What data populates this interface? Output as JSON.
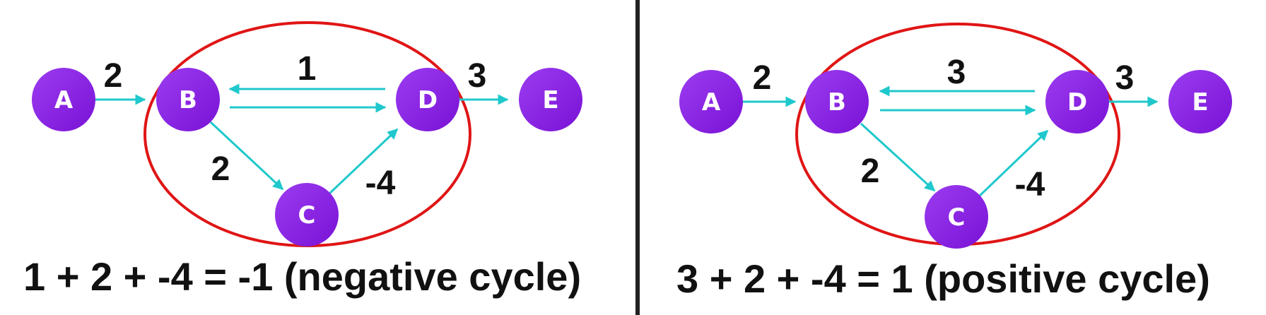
{
  "colors": {
    "node_fill": "#8a1fe0",
    "edge": "#1fc8cc",
    "cycle_ellipse": "#e01515",
    "divider": "#222222",
    "text": "#111111"
  },
  "panels": [
    {
      "nodes": {
        "A": "A",
        "B": "B",
        "C": "C",
        "D": "D",
        "E": "E"
      },
      "weights": {
        "AB": "2",
        "BD": "1",
        "BC": "2",
        "CD": "-4",
        "DE": "3"
      },
      "equation": "1 + 2 + -4 = -1 (negative cycle)"
    },
    {
      "nodes": {
        "A": "A",
        "B": "B",
        "C": "C",
        "D": "D",
        "E": "E"
      },
      "weights": {
        "AB": "2",
        "BD": "3",
        "BC": "2",
        "CD": "-4",
        "DE": "3"
      },
      "equation": "3 + 2 + -4 = 1 (positive cycle)"
    }
  ]
}
